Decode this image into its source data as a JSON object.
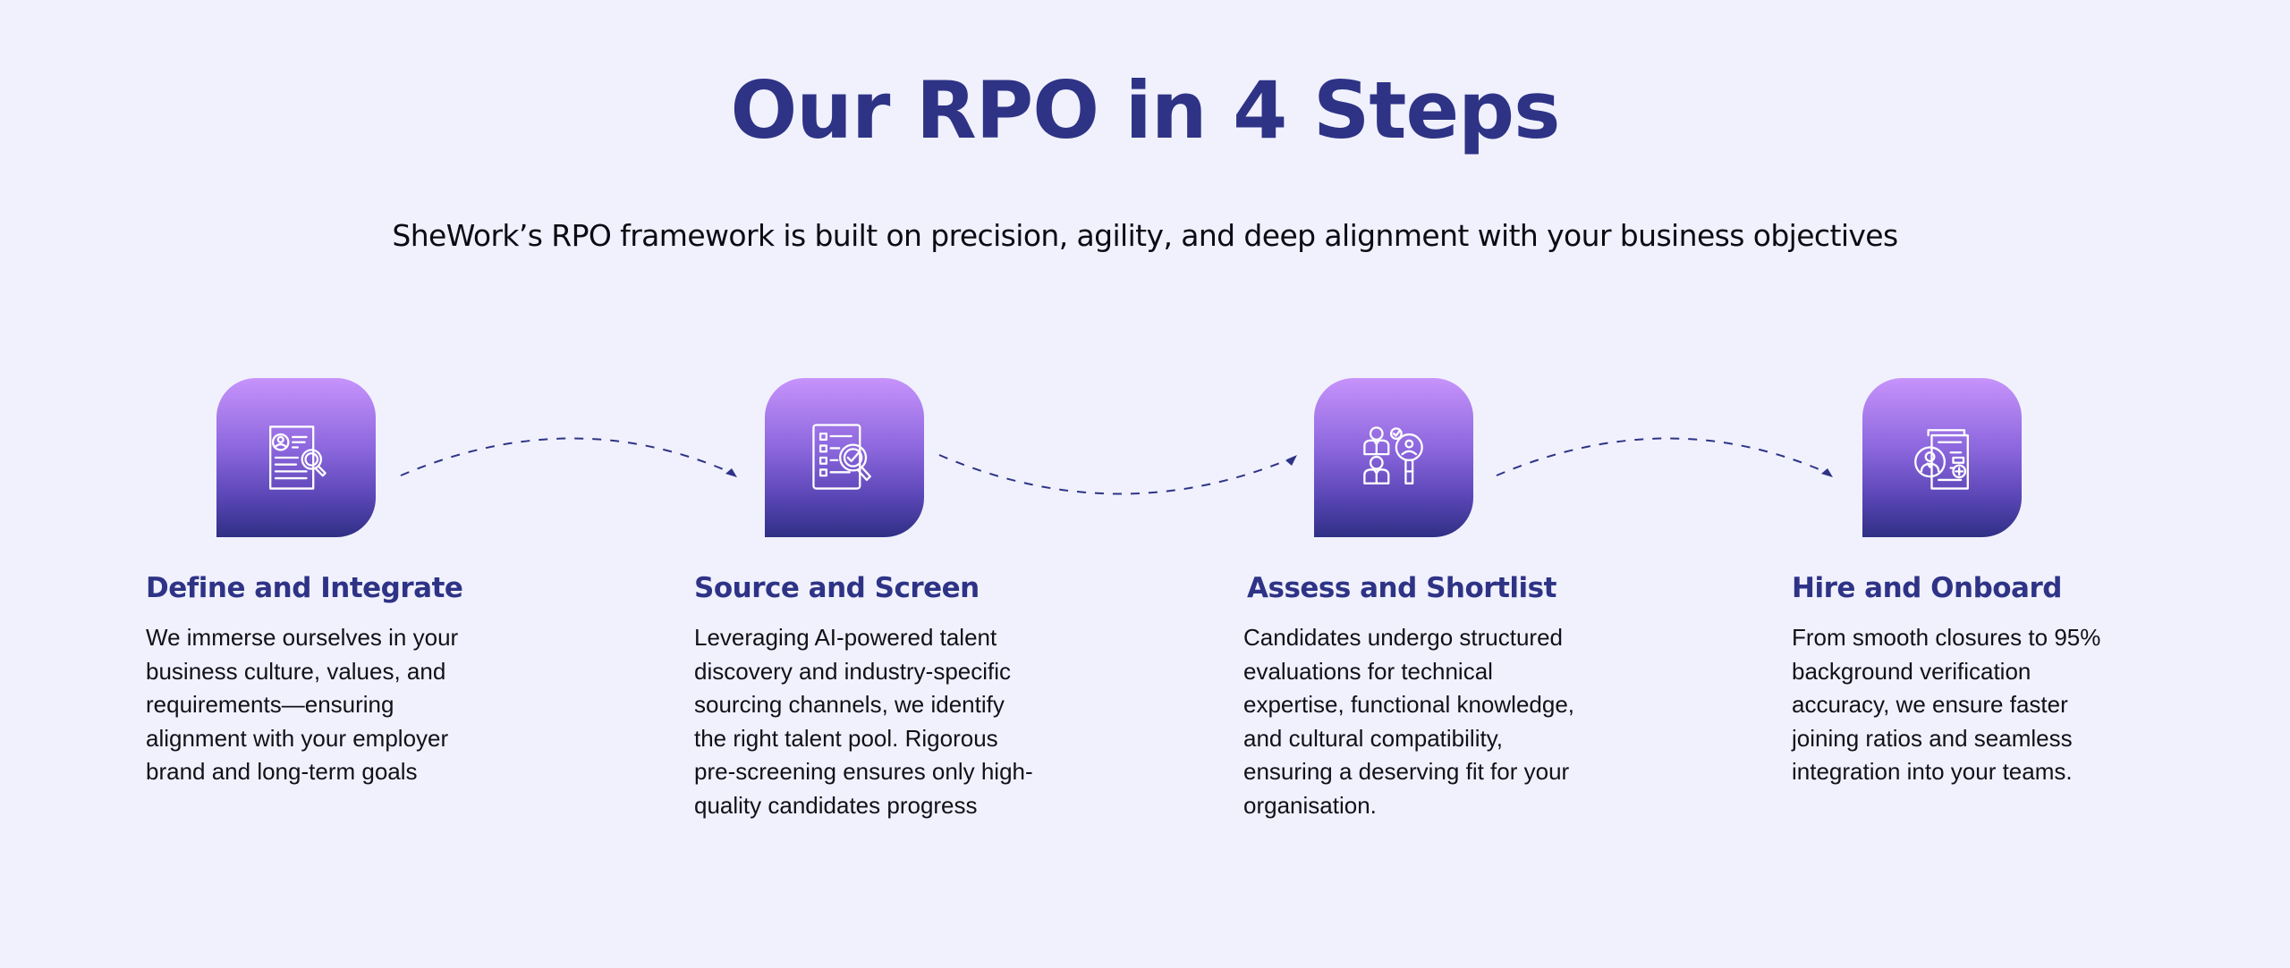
{
  "header": {
    "title": "Our RPO in 4 Steps",
    "subtitle": "SheWork’s RPO framework is built on precision, agility, and deep alignment with your business objectives"
  },
  "colors": {
    "background": "#f0f1fd",
    "accent": "#2e3386",
    "icon_gradient_top": "#c793fb",
    "icon_gradient_bottom": "#2f2f85",
    "body_text": "#111118"
  },
  "steps": [
    {
      "icon": "resume-search-icon",
      "title": "Define and Integrate",
      "description_lines": [
        "We immerse ourselves in your",
        "business culture, values, and",
        "requirements—ensuring",
        "alignment with your employer",
        "brand and long-term goals"
      ]
    },
    {
      "icon": "checklist-search-icon",
      "title": "Source and Screen",
      "description_lines": [
        "Leveraging AI-powered talent",
        "discovery and industry-specific",
        "sourcing channels, we identify",
        "the right talent pool. Rigorous",
        "pre-screening ensures only high-",
        "quality candidates progress"
      ]
    },
    {
      "icon": "candidate-assessment-icon",
      "title": "Assess and Shortlist",
      "description_lines": [
        "Candidates undergo structured",
        "evaluations for technical",
        "expertise, functional knowledge,",
        "and cultural compatibility,",
        "ensuring a deserving fit for your",
        "organisation."
      ]
    },
    {
      "icon": "onboard-profile-icon",
      "title": "Hire and Onboard",
      "description_lines": [
        "From smooth closures to 95%",
        "background verification",
        "accuracy, we ensure faster",
        "joining ratios and seamless",
        "integration into your teams."
      ]
    }
  ],
  "connectors": [
    {
      "from": 1,
      "to": 2,
      "shape": "arc-up"
    },
    {
      "from": 2,
      "to": 3,
      "shape": "arc-down"
    },
    {
      "from": 3,
      "to": 4,
      "shape": "arc-up"
    }
  ]
}
